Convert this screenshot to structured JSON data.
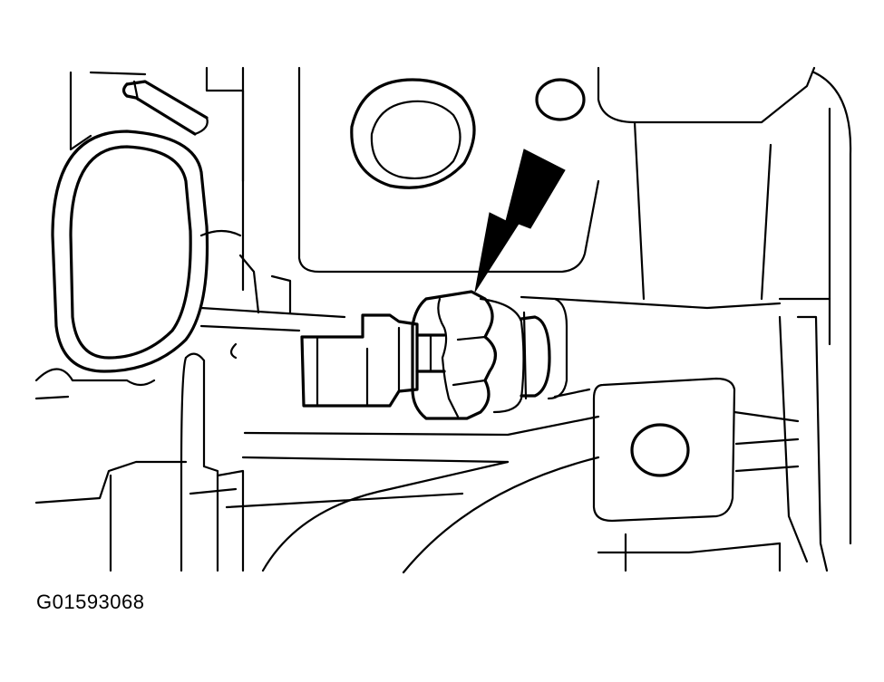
{
  "figure": {
    "code": "G01593068",
    "illustration": "engine-block-line-drawing",
    "highlighted_part": "sensor-with-connector",
    "arrow_icon": "pointer-arrow-icon"
  }
}
